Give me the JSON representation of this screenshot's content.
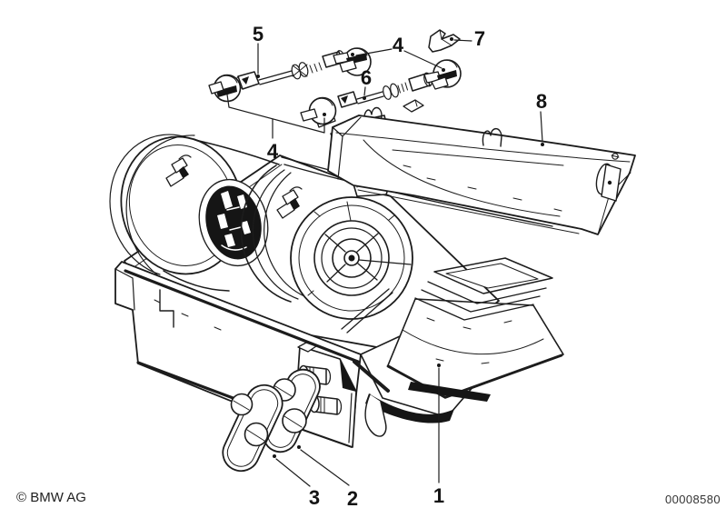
{
  "diagram": {
    "callouts": [
      "5",
      "4",
      "7",
      "6",
      "8",
      "4",
      "3",
      "2",
      "1"
    ]
  },
  "footer": {
    "copyright": "© BMW AG",
    "image_number": "00008580"
  },
  "colors": {
    "ink": "#1c1c1c",
    "paper": "#ffffff"
  }
}
